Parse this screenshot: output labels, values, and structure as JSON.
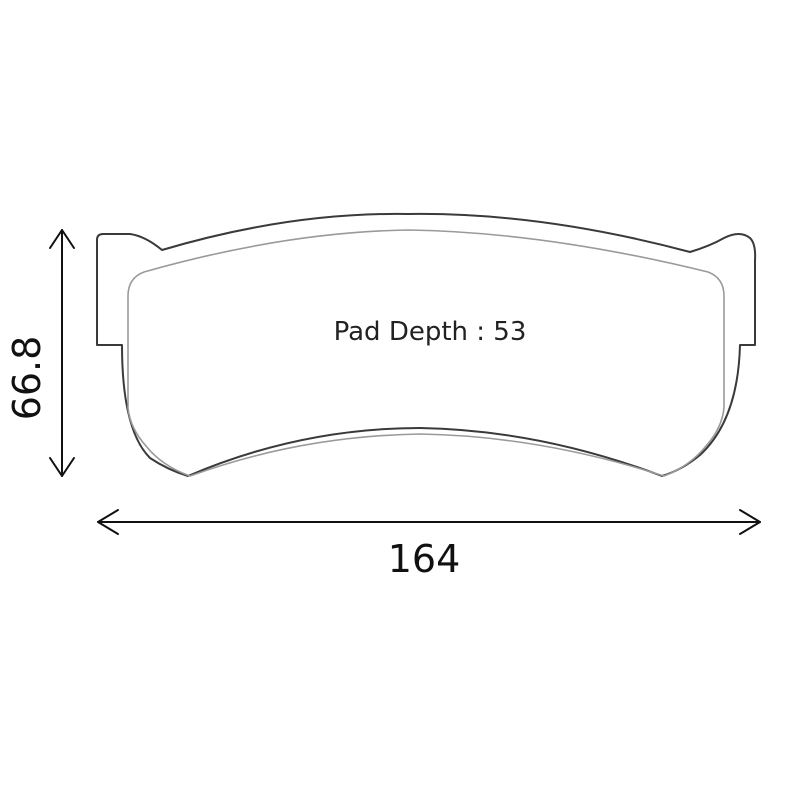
{
  "diagram": {
    "pad_depth_label": "Pad Depth : 53",
    "width_label": "164",
    "height_label": "66.8"
  }
}
